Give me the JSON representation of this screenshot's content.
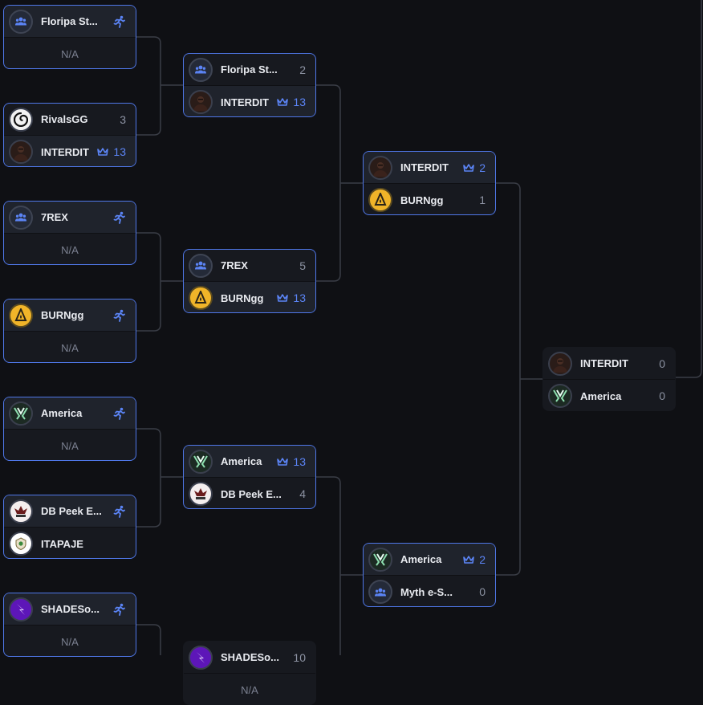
{
  "na_label": "N/A",
  "colors": {
    "background": "#0f1014",
    "card": "#17191f",
    "card_winner": "#1f232c",
    "accent": "#5b84f5",
    "line": "#3a3d46"
  },
  "matches": [
    {
      "id": "r1m1",
      "slots": [
        {
          "name": "Floripa St...",
          "icon": "users-icon",
          "status": "bye",
          "winner": true
        },
        {
          "na": true
        }
      ]
    },
    {
      "id": "r1m2",
      "slots": [
        {
          "name": "RivalsGG",
          "icon": "rivalsgg-logo",
          "score": "3"
        },
        {
          "name": "INTERDIT",
          "icon": "interdit-logo",
          "score": "13",
          "winner": true
        }
      ]
    },
    {
      "id": "r1m3",
      "slots": [
        {
          "name": "7REX",
          "icon": "users-icon",
          "status": "bye",
          "winner": true
        },
        {
          "na": true
        }
      ]
    },
    {
      "id": "r1m4",
      "slots": [
        {
          "name": "BURNgg",
          "icon": "burngg-logo",
          "status": "bye",
          "winner": true
        },
        {
          "na": true
        }
      ]
    },
    {
      "id": "r1m5",
      "slots": [
        {
          "name": "America",
          "icon": "america-logo",
          "status": "bye",
          "winner": true
        },
        {
          "na": true
        }
      ]
    },
    {
      "id": "r1m6",
      "slots": [
        {
          "name": "DB Peek E...",
          "icon": "dbpeek-logo",
          "status": "bye",
          "winner": true
        },
        {
          "name": "ITAPAJE",
          "icon": "itapaje-logo"
        }
      ]
    },
    {
      "id": "r1m7",
      "slots": [
        {
          "name": "SHADESo...",
          "icon": "shades-logo",
          "status": "bye",
          "winner": true
        },
        {
          "na": true
        }
      ]
    },
    {
      "id": "r2m1",
      "slots": [
        {
          "name": "Floripa St...",
          "icon": "users-icon",
          "score": "2"
        },
        {
          "name": "INTERDIT",
          "icon": "interdit-logo",
          "score": "13",
          "winner": true
        }
      ]
    },
    {
      "id": "r2m2",
      "slots": [
        {
          "name": "7REX",
          "icon": "users-icon",
          "score": "5"
        },
        {
          "name": "BURNgg",
          "icon": "burngg-logo",
          "score": "13",
          "winner": true
        }
      ]
    },
    {
      "id": "r2m3",
      "slots": [
        {
          "name": "America",
          "icon": "america-logo",
          "score": "13",
          "winner": true
        },
        {
          "name": "DB Peek E...",
          "icon": "dbpeek-logo",
          "score": "4"
        }
      ]
    },
    {
      "id": "r2m4",
      "slots": [
        {
          "name": "SHADESo...",
          "icon": "shades-logo",
          "score": "10"
        },
        {
          "na": true
        }
      ]
    },
    {
      "id": "r3m1",
      "slots": [
        {
          "name": "INTERDIT",
          "icon": "interdit-logo",
          "score": "2",
          "winner": true
        },
        {
          "name": "BURNgg",
          "icon": "burngg-logo",
          "score": "1"
        }
      ]
    },
    {
      "id": "r3m2",
      "slots": [
        {
          "name": "America",
          "icon": "america-logo",
          "score": "2",
          "winner": true
        },
        {
          "name": "Myth e-S...",
          "icon": "users-icon",
          "score": "0"
        }
      ]
    },
    {
      "id": "r4m1",
      "slots": [
        {
          "name": "INTERDIT",
          "icon": "interdit-logo",
          "score": "0"
        },
        {
          "name": "America",
          "icon": "america-logo",
          "score": "0"
        }
      ]
    }
  ]
}
